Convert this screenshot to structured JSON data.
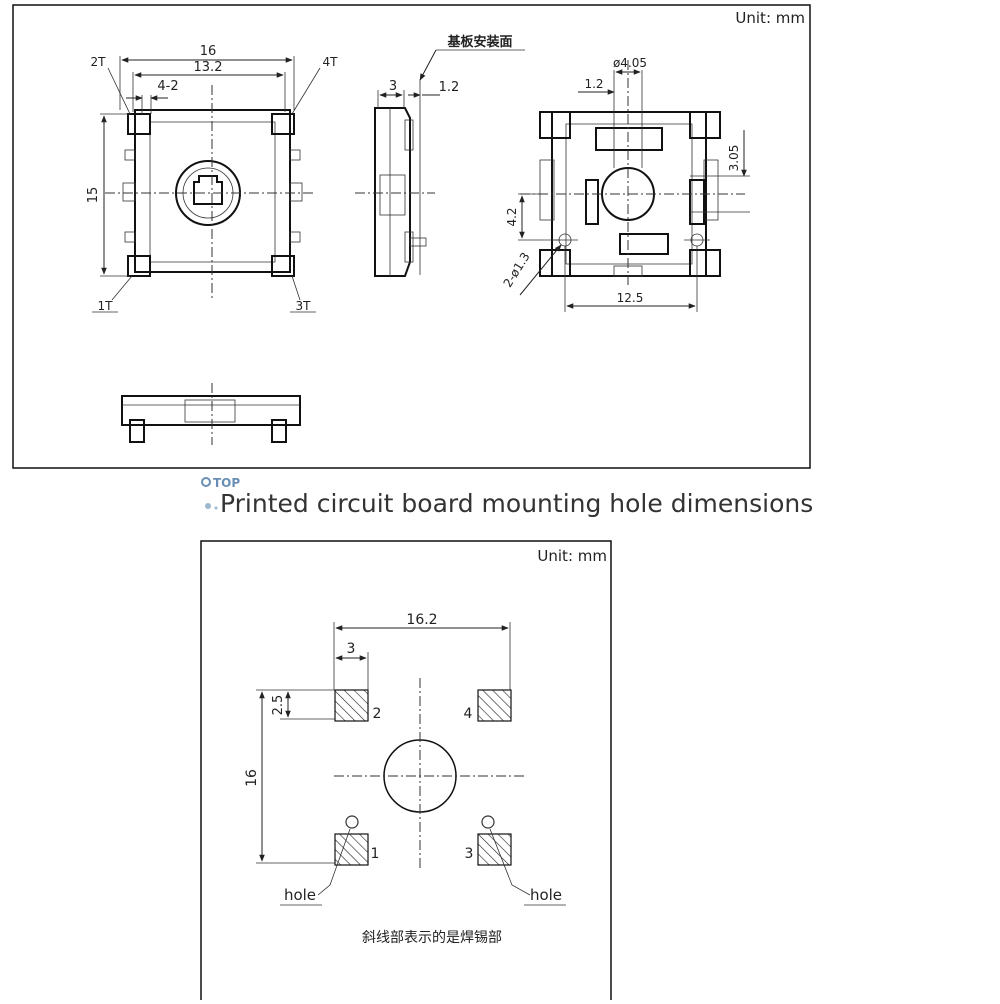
{
  "top_drawing": {
    "unit_label": "Unit: mm",
    "front": {
      "dim_width": "16",
      "dim_inner": "13.2",
      "dim_pitch": "4-2",
      "dim_height": "15",
      "label_2t": "2T",
      "label_4t": "4T",
      "label_1t": "1T",
      "label_3t": "3T"
    },
    "side": {
      "label_mount_surface": "基板安装面",
      "dim_3": "3",
      "dim_1_2": "1.2"
    },
    "back": {
      "dim_d405": "ø4.05",
      "dim_1_2": "1.2",
      "dim_3_05": "3.05",
      "dim_4_2": "4.2",
      "dim_holes": "2-ø1.3",
      "dim_12_5": "12.5"
    }
  },
  "top_link": "TOP",
  "section_heading": "Printed circuit board mounting hole dimensions",
  "pcb_drawing": {
    "unit_label": "Unit: mm",
    "dim_16_2": "16.2",
    "dim_3": "3",
    "dim_2_5": "2.5",
    "dim_16": "16",
    "pad1": "1",
    "pad2": "2",
    "pad3": "3",
    "pad4": "4",
    "hole_left": "hole",
    "hole_right": "hole",
    "note": "斜线部表示的是焊锡部"
  }
}
